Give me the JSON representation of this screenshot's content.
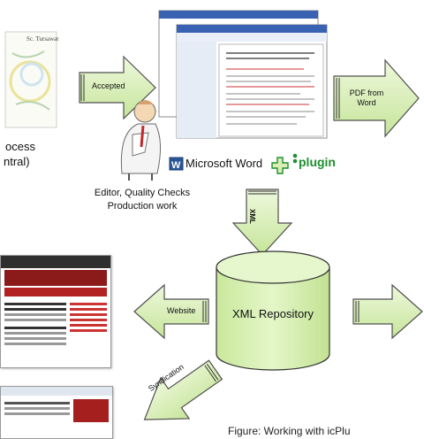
{
  "left_process": {
    "line1": "ocess",
    "line2": "ntral)"
  },
  "arrows": {
    "accepted": "Accepted",
    "pdf_from_word": "PDF from Word",
    "xml": "XML",
    "website": "Website",
    "syndication": "Syndication"
  },
  "word_plugin": {
    "word": "Microsoft Word",
    "plugin": "plugin"
  },
  "editor_caption": {
    "line1": "Editor, Quality Checks",
    "line2": "Production work"
  },
  "repository": {
    "label": "XML Repository"
  },
  "figure_caption": "Figure: Working with icPlu",
  "colors": {
    "arrow_fill": "#d9efb6",
    "arrow_stroke": "#4f4f4f",
    "cylinder_fill": "#d7f0b0",
    "word_blue": "#2b5797",
    "plugin_green": "#1f8f2f"
  }
}
